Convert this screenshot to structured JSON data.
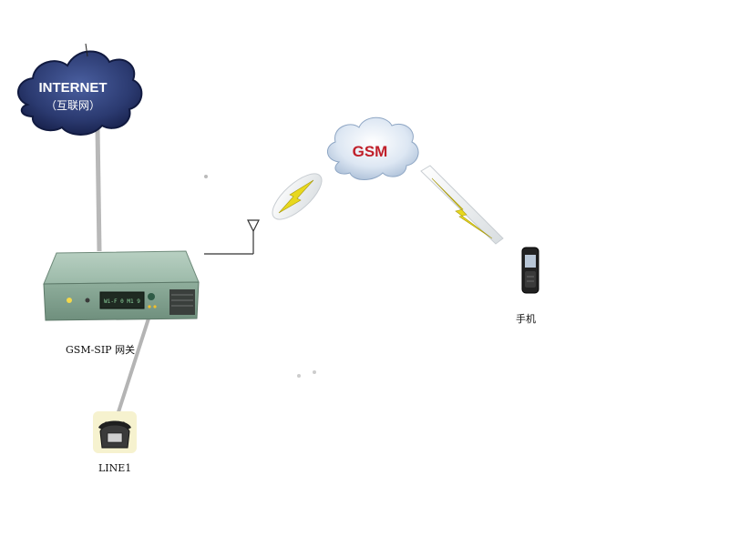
{
  "internet": {
    "title": "INTERNET",
    "subtitle": "（互联网）"
  },
  "gsm": {
    "label": "GSM"
  },
  "gateway": {
    "label": "GSM-SIP 网关",
    "screen_text": "Wi-F 0 M1 9"
  },
  "phone": {
    "label": "LINE1"
  },
  "mobile": {
    "label": "手机"
  },
  "colors": {
    "cloud_internet": "#2b3a70",
    "cloud_gsm": "#c9d8ea",
    "gsm_text": "#c0202a",
    "gateway_body": "#8fae9c",
    "lightning": "#e8d81e",
    "cable": "#b8b8b8"
  }
}
